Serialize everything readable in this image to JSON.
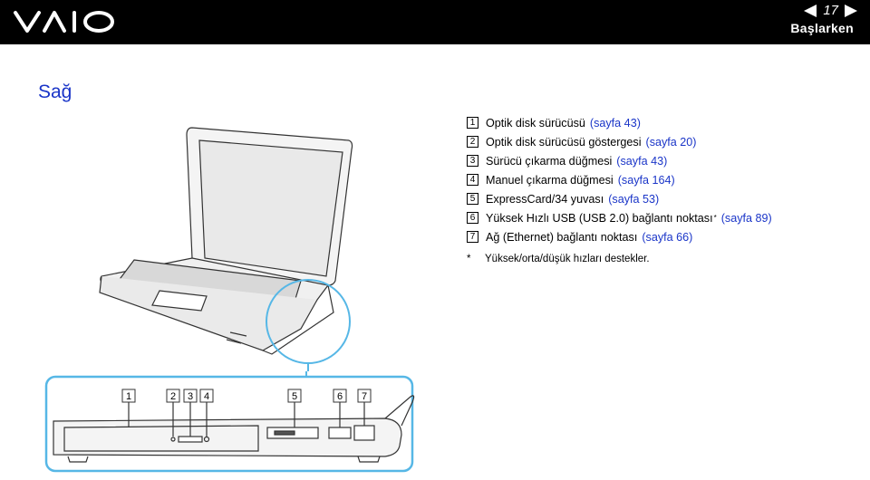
{
  "header": {
    "logo": "VAIO",
    "page": "17",
    "section": "Başlarken"
  },
  "heading": "Sağ",
  "items": [
    {
      "n": "1",
      "text": "Optik disk sürücüsü",
      "link": "(sayfa 43)"
    },
    {
      "n": "2",
      "text": "Optik disk sürücüsü göstergesi",
      "link": "(sayfa 20)"
    },
    {
      "n": "3",
      "text": "Sürücü çıkarma düğmesi",
      "link": "(sayfa 43)"
    },
    {
      "n": "4",
      "text": "Manuel çıkarma düğmesi",
      "link": "(sayfa 164)"
    },
    {
      "n": "5",
      "text": "ExpressCard/34 yuvası",
      "link": "(sayfa 53)"
    },
    {
      "n": "6",
      "text": "Yüksek Hızlı USB (USB 2.0) bağlantı noktası",
      "sup": "*",
      "link": "(sayfa 89)"
    },
    {
      "n": "7",
      "text": "Ağ (Ethernet) bağlantı noktası",
      "link": "(sayfa 66)"
    }
  ],
  "footnote": {
    "mark": "*",
    "text": "Yüksek/orta/düşük hızları destekler."
  },
  "callouts": [
    "1",
    "2",
    "3",
    "4",
    "5",
    "6",
    "7"
  ]
}
